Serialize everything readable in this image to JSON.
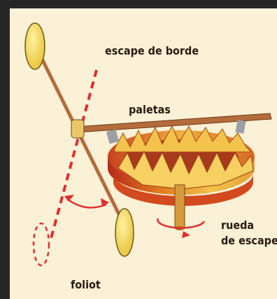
{
  "labels": {
    "edge_escapement": "escape de borde",
    "pallets": "paletas",
    "escape_wheel_line1": "rueda",
    "escape_wheel_line2": "de escape",
    "foliot": "foliot"
  },
  "colors": {
    "background_frame": "#262626",
    "panel": "#fbf1d6",
    "wheel_yellow": "#f2c24a",
    "wheel_orange": "#e07a1e",
    "wheel_red": "#b5281a",
    "weights": "#f2d24a",
    "rod": "#b46c3c",
    "axis_dashed": "#e02f2f",
    "text": "#2a1a10"
  }
}
